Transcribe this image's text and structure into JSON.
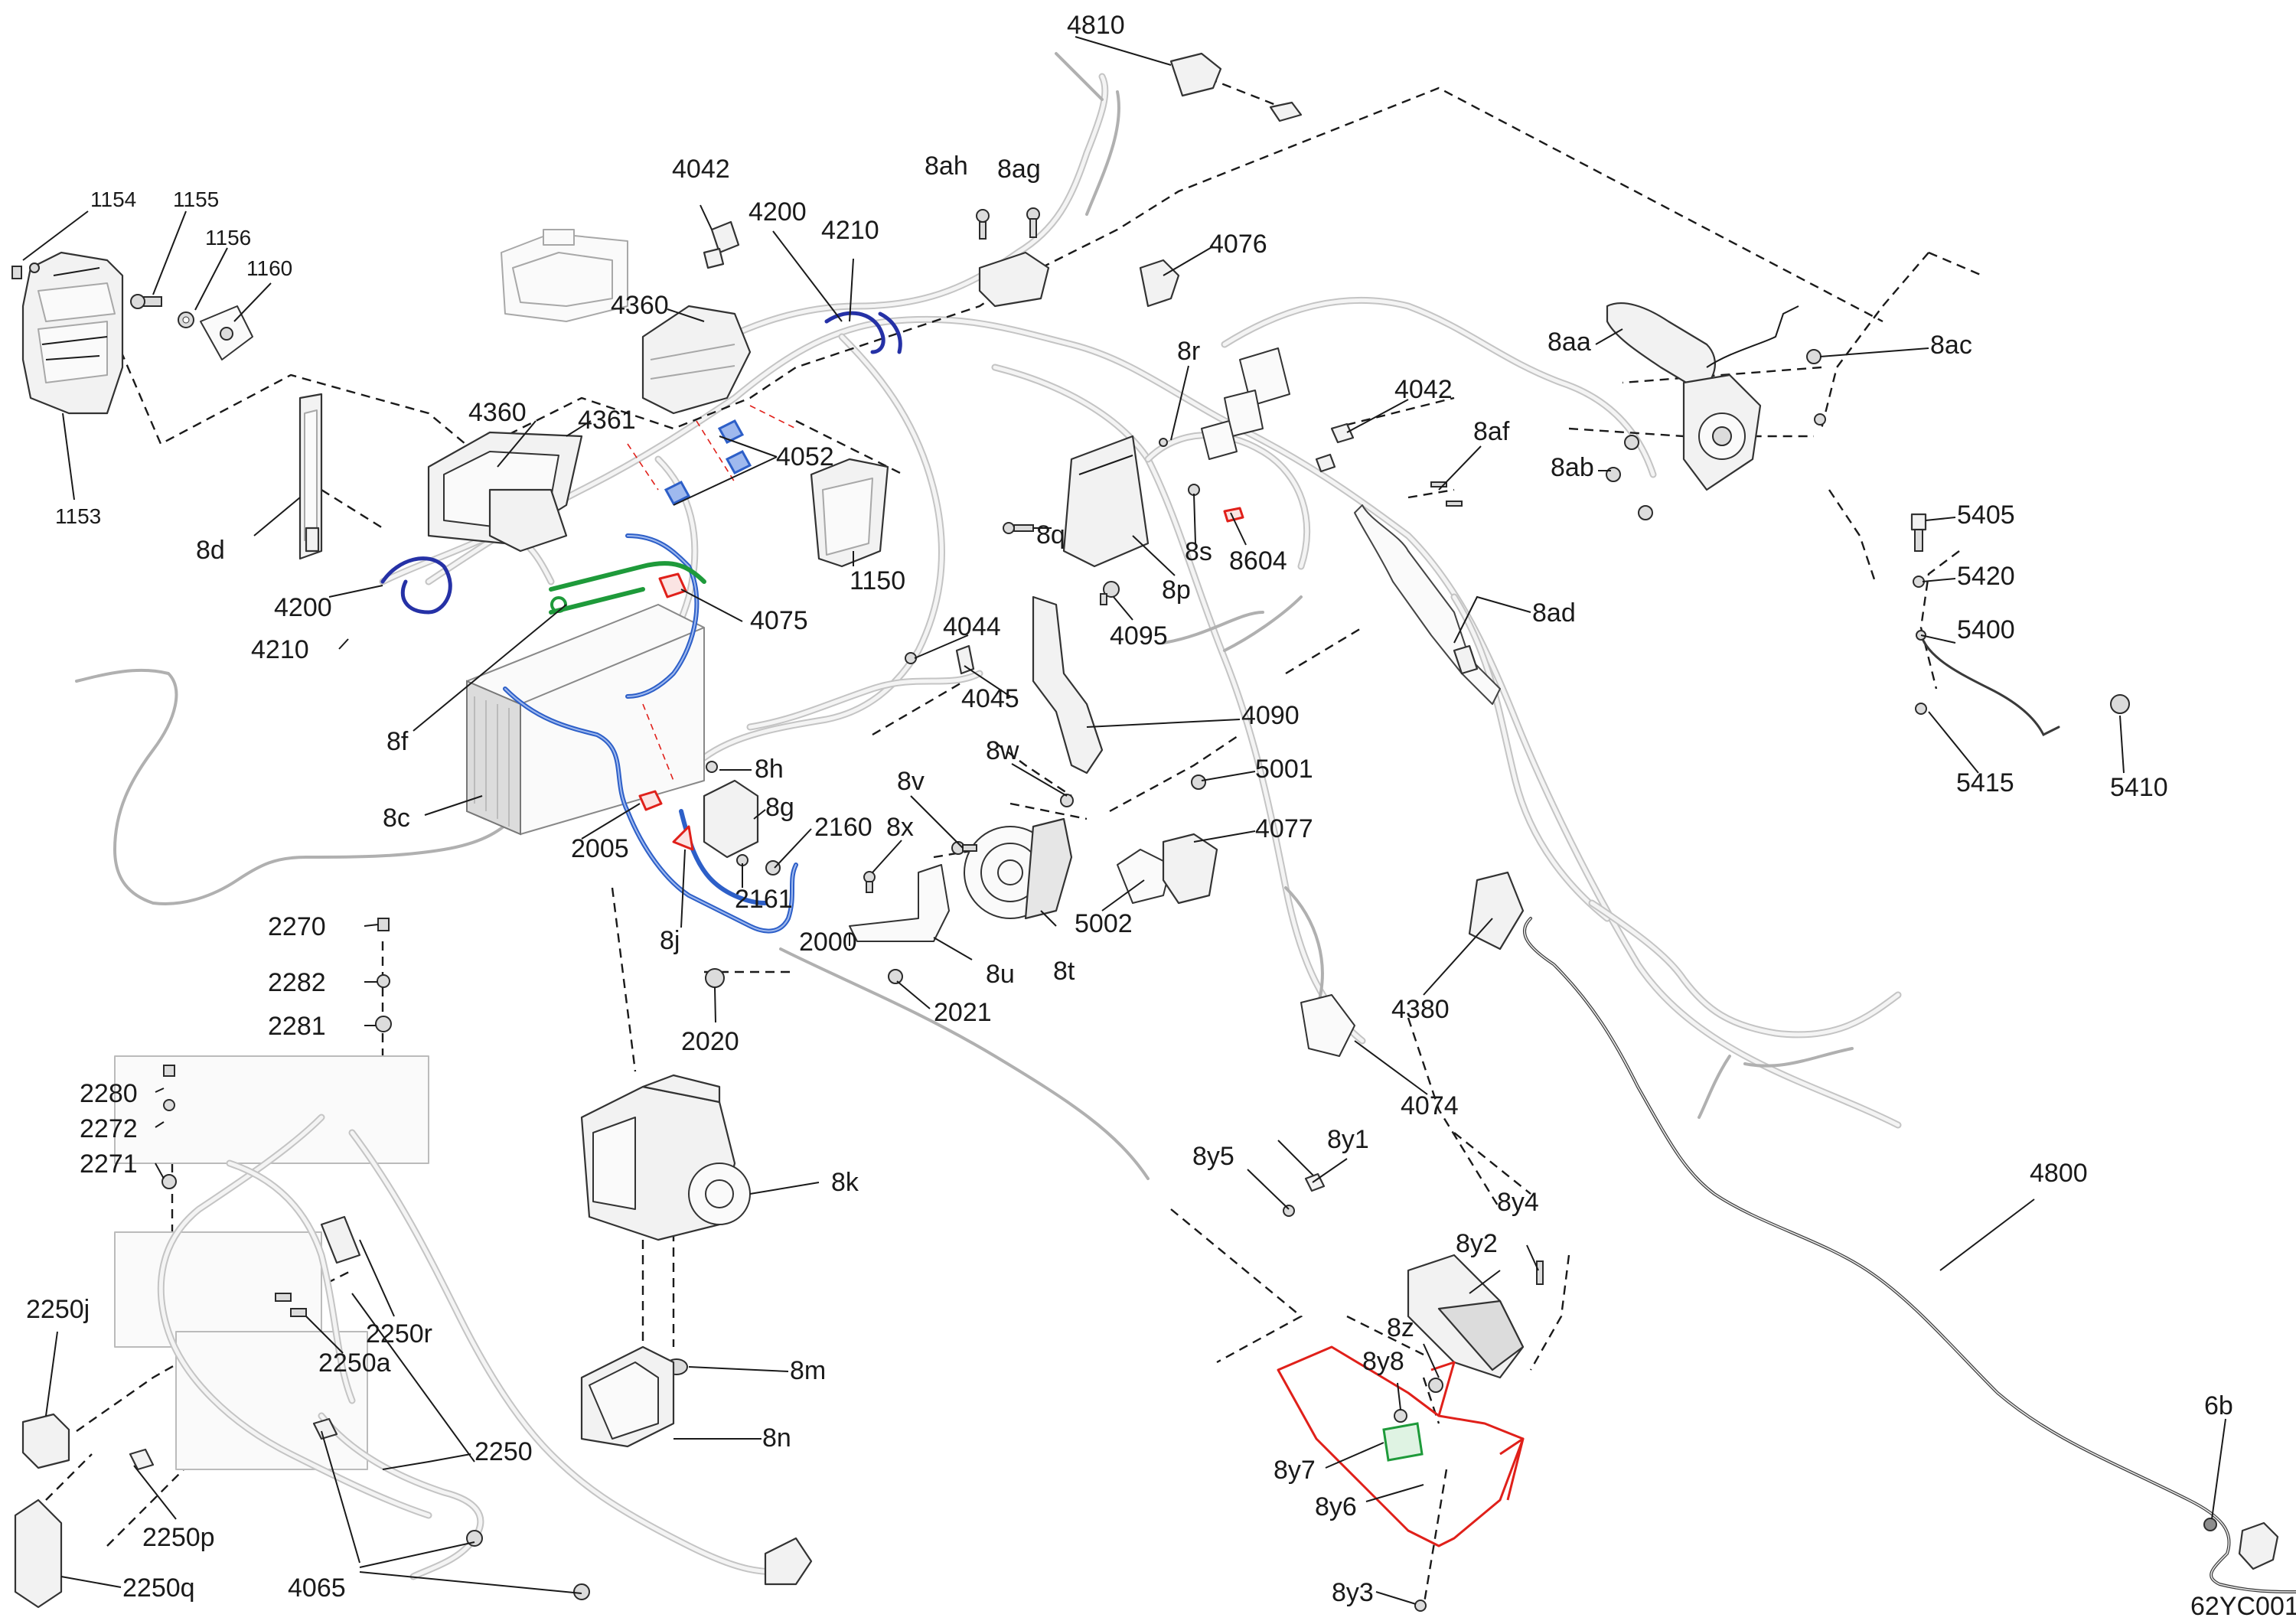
{
  "doc_ref": "62YC001",
  "labels": {
    "l1153": "1153",
    "l1154": "1154",
    "l1155": "1155",
    "l1156": "1156",
    "l1160": "1160",
    "l8d": "8d",
    "l4200a": "4200",
    "l4210a": "4210",
    "l8f": "8f",
    "l8c": "8c",
    "l4360a": "4360",
    "l4360b": "4360",
    "l4361": "4361",
    "l4042a": "4042",
    "l4200b": "4200",
    "l4210b": "4210",
    "l4052": "4052",
    "l1150": "1150",
    "l4075": "4075",
    "l8ah": "8ah",
    "l8ag": "8ag",
    "l4810": "4810",
    "l4076": "4076",
    "l8r": "8r",
    "l4042b": "4042",
    "l8aa": "8aa",
    "l8ac": "8ac",
    "l8af": "8af",
    "l8ab": "8ab",
    "l8q": "8q",
    "l8s": "8s",
    "l8604": "8604",
    "l8p": "8p",
    "l8ad": "8ad",
    "l4095": "4095",
    "l4044": "4044",
    "l4045": "4045",
    "l4090": "4090",
    "l5405": "5405",
    "l5420": "5420",
    "l5400": "5400",
    "l5415": "5415",
    "l5410": "5410",
    "l8h": "8h",
    "l8g": "8g",
    "l8w": "8w",
    "l8v": "8v",
    "l5001": "5001",
    "l2005": "2005",
    "l2160": "2160",
    "l8x": "8x",
    "l4077": "4077",
    "l2161": "2161",
    "l8j": "8j",
    "l2000": "2000",
    "l5002": "5002",
    "l8u": "8u",
    "l8t": "8t",
    "l2021": "2021",
    "l2020": "2020",
    "l4380": "4380",
    "l2270": "2270",
    "l2282": "2282",
    "l2281": "2281",
    "l2280": "2280",
    "l2272": "2272",
    "l2271": "2271",
    "l4074": "4074",
    "l8k": "8k",
    "l8y5": "8y5",
    "l8y1": "8y1",
    "l4800": "4800",
    "l8y4": "8y4",
    "l8y2": "8y2",
    "l2250j": "2250j",
    "l2250r": "2250r",
    "l2250a": "2250a",
    "l8z": "8z",
    "l8y8": "8y8",
    "l8m": "8m",
    "l2250": "2250",
    "l8n": "8n",
    "l6b": "6b",
    "l8y7": "8y7",
    "l2250p": "2250p",
    "l8y6": "8y6",
    "l2250q": "2250q",
    "l4065": "4065",
    "l8y3": "8y3"
  },
  "highlight_colors": {
    "blue": "#2d5fc8",
    "green": "#1e9a3a",
    "red": "#e0201a",
    "navy": "#2531a6"
  }
}
